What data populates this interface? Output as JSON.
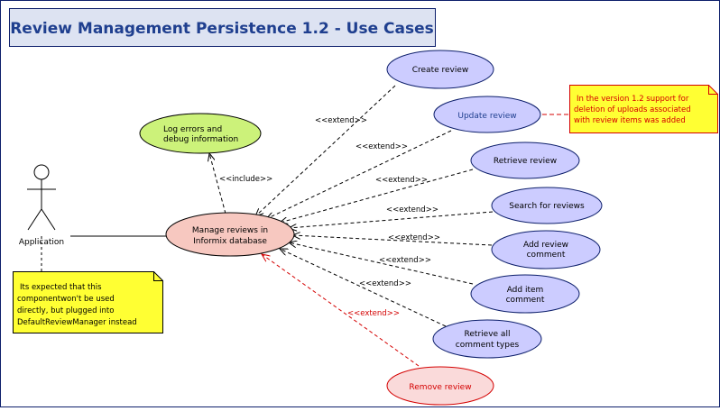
{
  "diagram": {
    "title": "Review Management Persistence 1.2 - Use Cases",
    "actor": {
      "label": "Application"
    },
    "central_use_case": {
      "lines": [
        "Manage reviews in",
        "Informix database"
      ]
    },
    "include_use_case": {
      "lines": [
        "Log errors and",
        "debug information"
      ]
    },
    "include_label": "<<include>>",
    "use_cases": [
      {
        "id": "create",
        "lines": [
          "Create review"
        ],
        "relation": "<<extend>>"
      },
      {
        "id": "update",
        "lines": [
          "Update review"
        ],
        "relation": "<<extend>>"
      },
      {
        "id": "retrieve",
        "lines": [
          "Retrieve review"
        ],
        "relation": "<<extend>>"
      },
      {
        "id": "search",
        "lines": [
          "Search for reviews"
        ],
        "relation": "<<extend>>"
      },
      {
        "id": "add-review-comment",
        "lines": [
          "Add review",
          "comment"
        ],
        "relation": "<<extend>>"
      },
      {
        "id": "add-item-comment",
        "lines": [
          "Add item",
          "comment"
        ],
        "relation": "<<extend>>"
      },
      {
        "id": "retrieve-comment-types",
        "lines": [
          "Retrieve all",
          "comment types"
        ],
        "relation": "<<extend>>"
      },
      {
        "id": "remove",
        "lines": [
          "Remove review"
        ],
        "relation": "<<extend>>"
      }
    ],
    "notes": {
      "update_note": [
        "In the version 1.2 support for",
        "deletion of uploads associated",
        "with review items was added"
      ],
      "actor_note": [
        "Its expected that this",
        "componentwon't be used",
        "directly, but plugged into",
        "DefaultReviewManager instead"
      ]
    },
    "colors": {
      "border": "#0d1f6b",
      "title_bg": "#dde3f2",
      "title_text": "#1f3f8f",
      "use_case_fill": "#ccccff",
      "central_fill": "#f7c8c0",
      "include_fill": "#ccf27a",
      "remove_fill": "#fadada",
      "note_fill": "#ffff33",
      "red": "#d40000"
    }
  }
}
